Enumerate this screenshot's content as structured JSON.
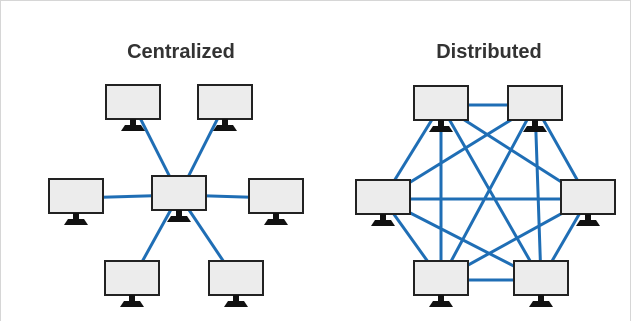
{
  "titles": {
    "centralized": "Centralized",
    "distributed": "Distributed"
  },
  "colors": {
    "link": "#1f6eb5",
    "screen_fill": "#ececec",
    "screen_stroke": "#222222",
    "stand": "#111111",
    "title": "#333333"
  },
  "diagrams": [
    {
      "name": "centralized",
      "nodes": [
        "center",
        "top-left",
        "top-right",
        "left",
        "right",
        "bottom-left",
        "bottom-right"
      ],
      "links": [
        [
          "center",
          "top-left"
        ],
        [
          "center",
          "top-right"
        ],
        [
          "center",
          "left"
        ],
        [
          "center",
          "right"
        ],
        [
          "center",
          "bottom-left"
        ],
        [
          "center",
          "bottom-right"
        ]
      ]
    },
    {
      "name": "distributed",
      "nodes": [
        "top-left",
        "top-right",
        "left",
        "right",
        "bottom-left",
        "bottom-right"
      ],
      "links": [
        [
          "top-left",
          "top-right"
        ],
        [
          "top-left",
          "left"
        ],
        [
          "top-left",
          "right"
        ],
        [
          "top-left",
          "bottom-left"
        ],
        [
          "top-left",
          "bottom-right"
        ],
        [
          "top-right",
          "left"
        ],
        [
          "top-right",
          "right"
        ],
        [
          "top-right",
          "bottom-left"
        ],
        [
          "top-right",
          "bottom-right"
        ],
        [
          "left",
          "right"
        ],
        [
          "left",
          "bottom-left"
        ],
        [
          "left",
          "bottom-right"
        ],
        [
          "right",
          "bottom-left"
        ],
        [
          "right",
          "bottom-right"
        ],
        [
          "bottom-left",
          "bottom-right"
        ]
      ]
    }
  ]
}
